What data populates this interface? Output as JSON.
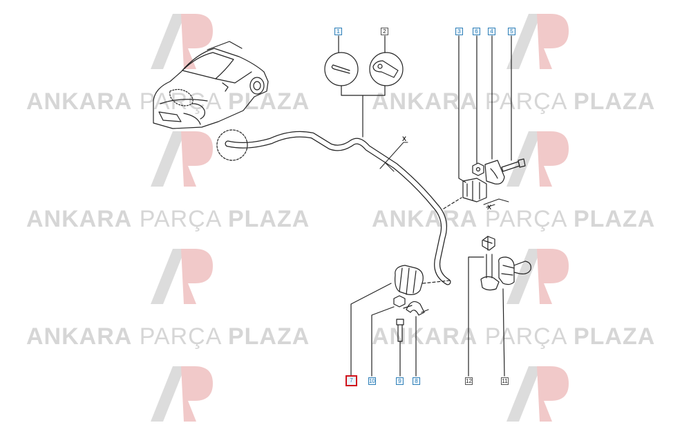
{
  "watermark": {
    "word1": "ANKARA",
    "word2": "PARÇA",
    "word3": "PLAZA",
    "color": "#d6d6d6",
    "logo_colors": {
      "grey": "#dcdcdc",
      "red": "#f1c9c9"
    }
  },
  "callouts": [
    {
      "id": "1",
      "style": "blue"
    },
    {
      "id": "2",
      "style": "plain"
    },
    {
      "id": "3",
      "style": "blue"
    },
    {
      "id": "6",
      "style": "blue"
    },
    {
      "id": "4",
      "style": "blue"
    },
    {
      "id": "5",
      "style": "blue"
    },
    {
      "id": "7",
      "style": "blue",
      "selected": true
    },
    {
      "id": "10",
      "style": "blue"
    },
    {
      "id": "9",
      "style": "blue"
    },
    {
      "id": "8",
      "style": "blue"
    },
    {
      "id": "12",
      "style": "plain"
    },
    {
      "id": "11",
      "style": "plain"
    }
  ],
  "annotations": {
    "x_upper": "X",
    "x_lower": "X"
  },
  "colors": {
    "selected_border": "#d0101a",
    "callout_blue": "#2f7fb8",
    "line": "#222222"
  }
}
